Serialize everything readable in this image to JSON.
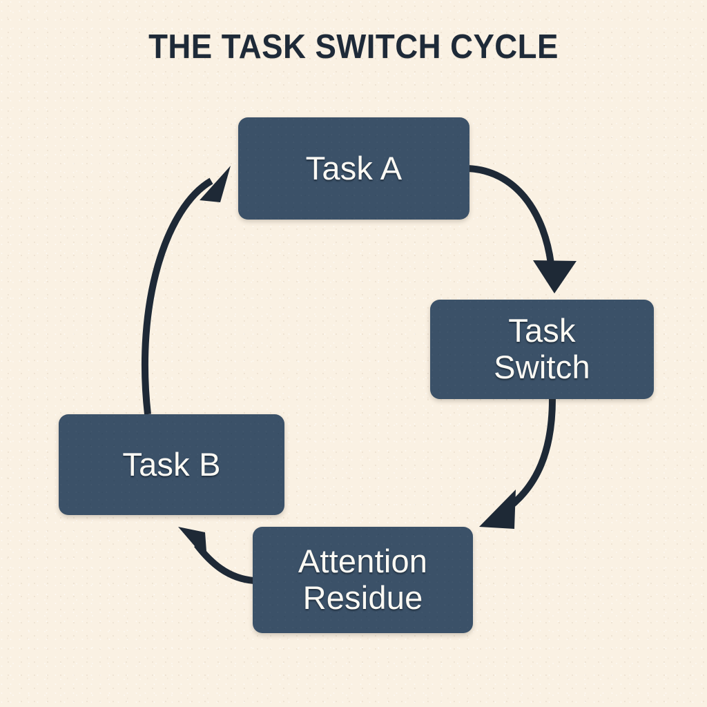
{
  "diagram": {
    "title": "THE TASK SWITCH CYCLE",
    "background_color": "#faf1e3",
    "node_color": "#3b5168",
    "node_text_color": "#fdfaf4",
    "arrow_color": "#1e2936",
    "title_color": "#1e2a38",
    "type": "cycle",
    "direction": "clockwise",
    "nodes": [
      {
        "id": "task-a",
        "label": "Task A"
      },
      {
        "id": "task-switch",
        "label": "Task\nSwitch"
      },
      {
        "id": "attention",
        "label": "Attention\nResidue"
      },
      {
        "id": "task-b",
        "label": "Task B"
      }
    ],
    "edges": [
      {
        "id": "a-to-switch",
        "from": "task-a",
        "to": "task-switch",
        "label": ""
      },
      {
        "id": "switch-to-res",
        "from": "task-switch",
        "to": "attention",
        "label": ""
      },
      {
        "id": "res-to-b",
        "from": "attention",
        "to": "task-b",
        "label": ""
      },
      {
        "id": "b-to-a",
        "from": "task-b",
        "to": "task-a",
        "label": ""
      }
    ]
  }
}
